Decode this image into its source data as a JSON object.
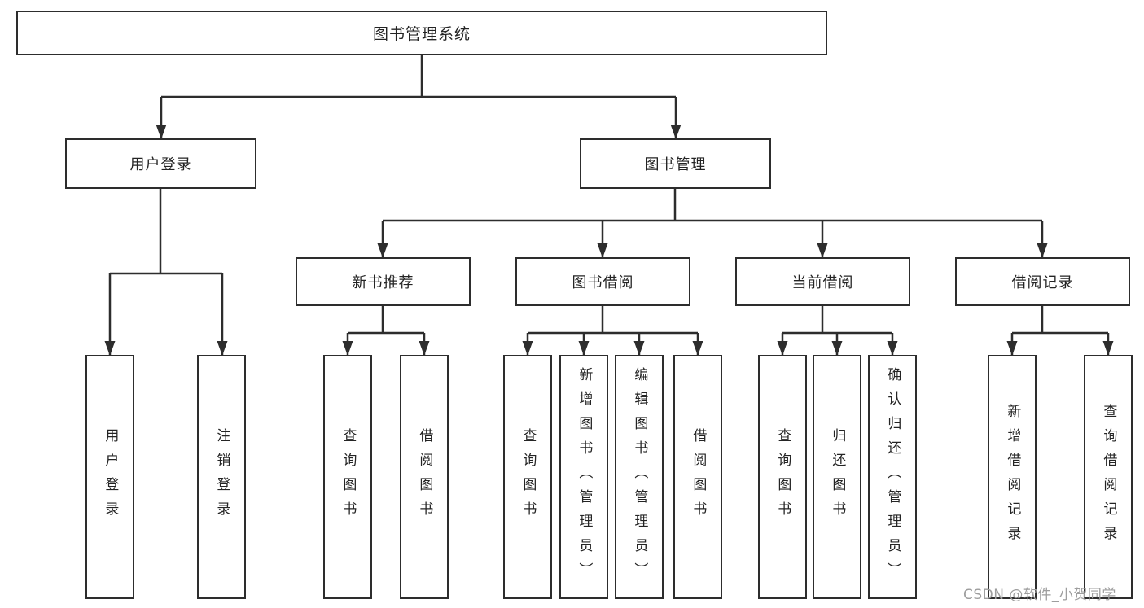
{
  "diagram": {
    "type": "tree",
    "tree": {
      "root": {
        "label": "图书管理系统"
      },
      "branches": [
        {
          "label": "用户登录",
          "children": [
            {
              "label": "用户登录"
            },
            {
              "label": "注销登录"
            }
          ]
        },
        {
          "label": "图书管理",
          "children": [
            {
              "label": "新书推荐",
              "children": [
                {
                  "label": "查询图书"
                },
                {
                  "label": "借阅图书"
                }
              ]
            },
            {
              "label": "图书借阅",
              "children": [
                {
                  "label": "查询图书"
                },
                {
                  "label": "新增图书（管理员）"
                },
                {
                  "label": "编辑图书（管理员）"
                },
                {
                  "label": "借阅图书"
                }
              ]
            },
            {
              "label": "当前借阅",
              "children": [
                {
                  "label": "查询图书"
                },
                {
                  "label": "归还图书"
                },
                {
                  "label": "确认归还（管理员）"
                }
              ]
            },
            {
              "label": "借阅记录",
              "children": [
                {
                  "label": "新增借阅记录"
                },
                {
                  "label": "查询借阅记录"
                }
              ]
            }
          ]
        }
      ]
    },
    "watermark": "CSDN @软件_小贺同学",
    "colors": {
      "line": "#2d2d2d",
      "box_border": "#2d2d2d",
      "box_fill": "#ffffff",
      "text": "#242424",
      "watermark": "#9e9e9e",
      "background": "#ffffff"
    }
  }
}
